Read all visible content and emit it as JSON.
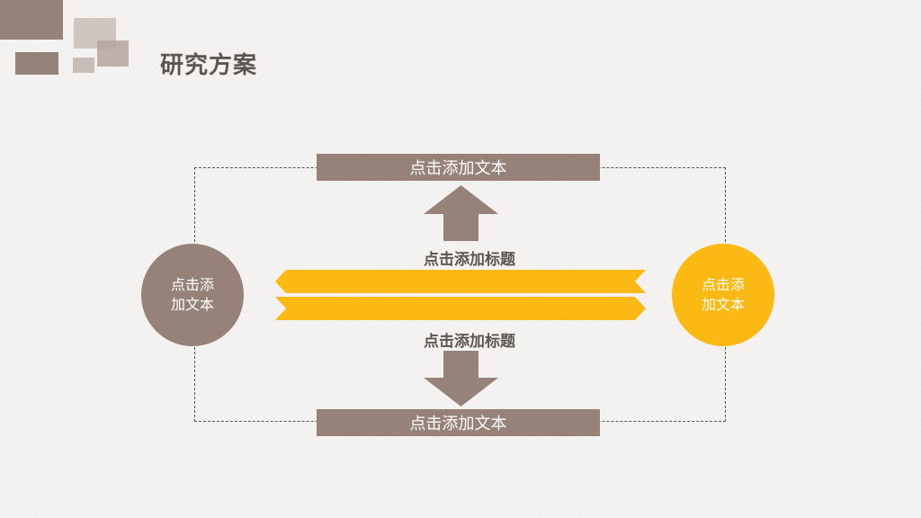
{
  "page": {
    "title": "研究方案"
  },
  "colors": {
    "taupe": "#968278",
    "accent": "#fdb913",
    "title": "#5f5550"
  },
  "diagram": {
    "top_box": "点击添加文本",
    "bottom_box": "点击添加文本",
    "top_heading": "点击添加标题",
    "bottom_heading": "点击添加标题",
    "left_circle": {
      "line1": "点击添",
      "line2": "加文本"
    },
    "right_circle": {
      "line1": "点击添",
      "line2": "加文本"
    }
  }
}
